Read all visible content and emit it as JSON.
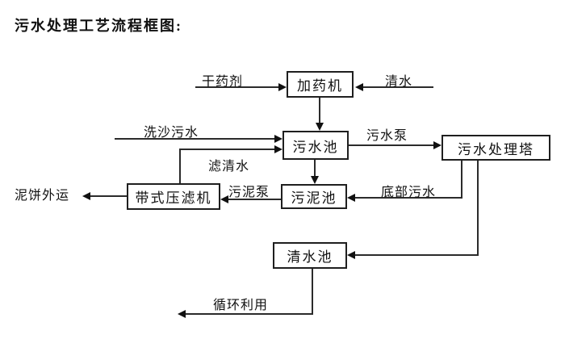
{
  "title": "污水处理工艺流程框图:",
  "nodes": {
    "dosing_machine": "加药机",
    "sewage_pool": "污水池",
    "treatment_tower": "污水处理塔",
    "sludge_pool": "污泥池",
    "belt_filter_press": "带式压滤机",
    "clean_water_pool": "清水池"
  },
  "edges": {
    "dry_chemical": "干药剂",
    "clean_water": "清水",
    "sand_washing_sewage": "洗沙污水",
    "filtered_water": "滤清水",
    "sewage_pump": "污水泵",
    "bottom_sewage": "底部污水",
    "sludge_pump": "污泥泵",
    "mud_cake_out": "泥饼外运",
    "recycle_use": "循环利用"
  },
  "colors": {
    "background": "#ffffff",
    "line": "#2b2b2b",
    "text": "#111111"
  }
}
